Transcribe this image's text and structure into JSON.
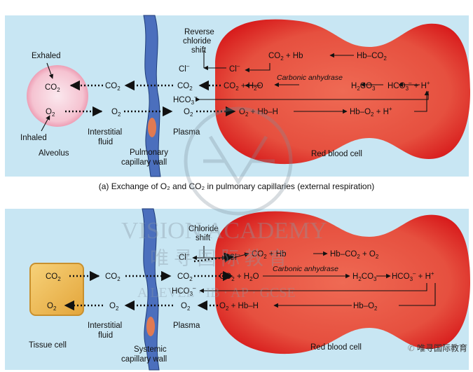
{
  "caption_a": "(a) Exchange of O₂ and CO₂ in pulmonary capillaries (external respiration)",
  "panel_a": {
    "exhaled": "Exhaled",
    "inhaled": "Inhaled",
    "alveolus": "Alveolus",
    "interstitial": [
      "Interstitial",
      "fluid"
    ],
    "capillary_wall": [
      "Pulmonary",
      "capillary wall"
    ],
    "plasma": "Plasma",
    "rbc": "Red blood cell",
    "reverse_shift": [
      "Reverse",
      "chloride",
      "shift"
    ],
    "carbonic": "Carbonic anhydrase"
  },
  "panel_b": {
    "tissue_cell": "Tissue cell",
    "interstitial": [
      "Interstitial",
      "fluid"
    ],
    "capillary_wall": [
      "Systemic",
      "capillary wall"
    ],
    "plasma": "Plasma",
    "rbc": "Red blood cell",
    "chloride_shift": [
      "Chloride",
      "shift"
    ],
    "carbonic": "Carbonic anhydrase"
  },
  "watermark": {
    "line1": "VISION ACADEMY",
    "line2": "唯 寻 国 际 教 育",
    "line3": "A LEVEL · IB · AP · GCSE"
  },
  "wechat_label": "唯寻国际教育",
  "colors": {
    "panel_bg": "#c8e6f3",
    "rbc": "#e8574a",
    "alveolus": "#f6c9d4",
    "tissue": "#f2bf55",
    "vessel": "#3b5fa8"
  }
}
